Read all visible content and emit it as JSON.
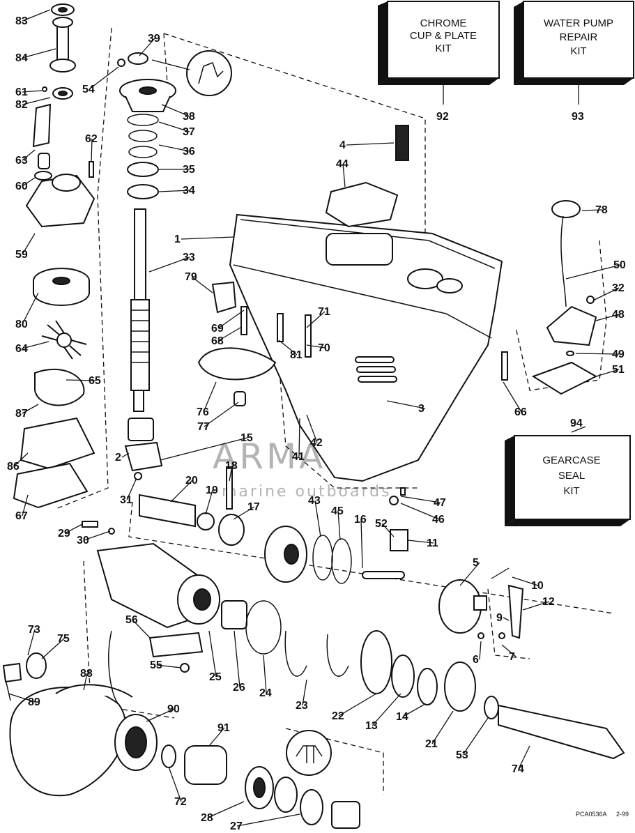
{
  "watermark": {
    "brand": "ARMADA",
    "tagline": "marine outboards",
    "colors": {
      "propeller": "#e5a0c4",
      "text": "#9a9a9a"
    }
  },
  "kits": {
    "chrome": {
      "lines": [
        "CHROME",
        "CUP & PLATE",
        "KIT"
      ],
      "ref": "92"
    },
    "water_pump": {
      "lines": [
        "WATER PUMP",
        "REPAIR",
        "KIT"
      ],
      "ref": "93"
    },
    "gearcase_seal": {
      "lines": [
        "GEARCASE",
        "SEAL",
        "KIT"
      ],
      "ref": "94"
    }
  },
  "drawing_code": "PCA0536A",
  "drawing_date": "2-99",
  "callouts": [
    "83",
    "84",
    "39",
    "54",
    "61",
    "82",
    "38",
    "37",
    "36",
    "35",
    "34",
    "62",
    "63",
    "60",
    "59",
    "33",
    "1",
    "80",
    "79",
    "69",
    "68",
    "64",
    "65",
    "87",
    "86",
    "67",
    "4",
    "44",
    "92",
    "93",
    "78",
    "50",
    "32",
    "48",
    "49",
    "51",
    "66",
    "3",
    "71",
    "70",
    "81",
    "76",
    "77",
    "41",
    "42",
    "15",
    "2",
    "18",
    "20",
    "19",
    "17",
    "31",
    "43",
    "45",
    "16",
    "52",
    "11",
    "47",
    "46",
    "94",
    "29",
    "30",
    "5",
    "10",
    "12",
    "9",
    "7",
    "6",
    "56",
    "55",
    "25",
    "26",
    "24",
    "23",
    "22",
    "13",
    "14",
    "21",
    "53",
    "74",
    "73",
    "75",
    "89",
    "88",
    "90",
    "91",
    "72",
    "28",
    "27"
  ]
}
